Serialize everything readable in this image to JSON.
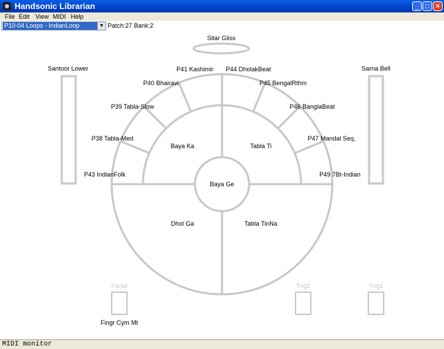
{
  "window": {
    "title": "Handsonic Librarian",
    "icons": {
      "app": "drum-icon",
      "minimize": "minimize-icon",
      "maximize": "maximize-icon",
      "close": "close-icon"
    }
  },
  "menu": {
    "items": [
      "File",
      "Edit",
      "View",
      "MIDI",
      "Help"
    ]
  },
  "toolbar": {
    "patch_select_value": "P10-04 Loops - IndianLoop",
    "patch_info": "Patch:27 Bank:2"
  },
  "pads": {
    "sitar_gliss": "Sitar Gliss",
    "santoor_lower": "Santoor Lower",
    "sarna_bell": "Sarna Bell",
    "p41": "P41 Kashimir",
    "p44": "P44 DholakBeat",
    "p40": "P40 Bhairavi",
    "p45": "P45 BengalRthm",
    "p39": "P39 Tabla-Slow",
    "p46": "P46 BanglaBeat",
    "p38": "P38 Tabla-Med",
    "p47": "P47 Mandal Seq.",
    "p43": "P43 IndianFolk",
    "p49": "P49 7Bt-Indian",
    "baya_ka": "Baya Ka",
    "tabla_ti": "Tabla Ti",
    "baya_ge": "Baya Ge",
    "dhol_ga": "Dhol Ga",
    "tabla_tinna": "Tabla TinNa",
    "pedal": "Pedal",
    "trig2": "Trig2",
    "trig1": "Trig1",
    "fingr_cym": "Fingr Cym Mt"
  },
  "colors": {
    "pad_outline": "#c8c8c8",
    "title_bar": "#0a5fe8",
    "select_highlight": "#316ac5"
  },
  "status": {
    "text": "MIDI monitor"
  }
}
